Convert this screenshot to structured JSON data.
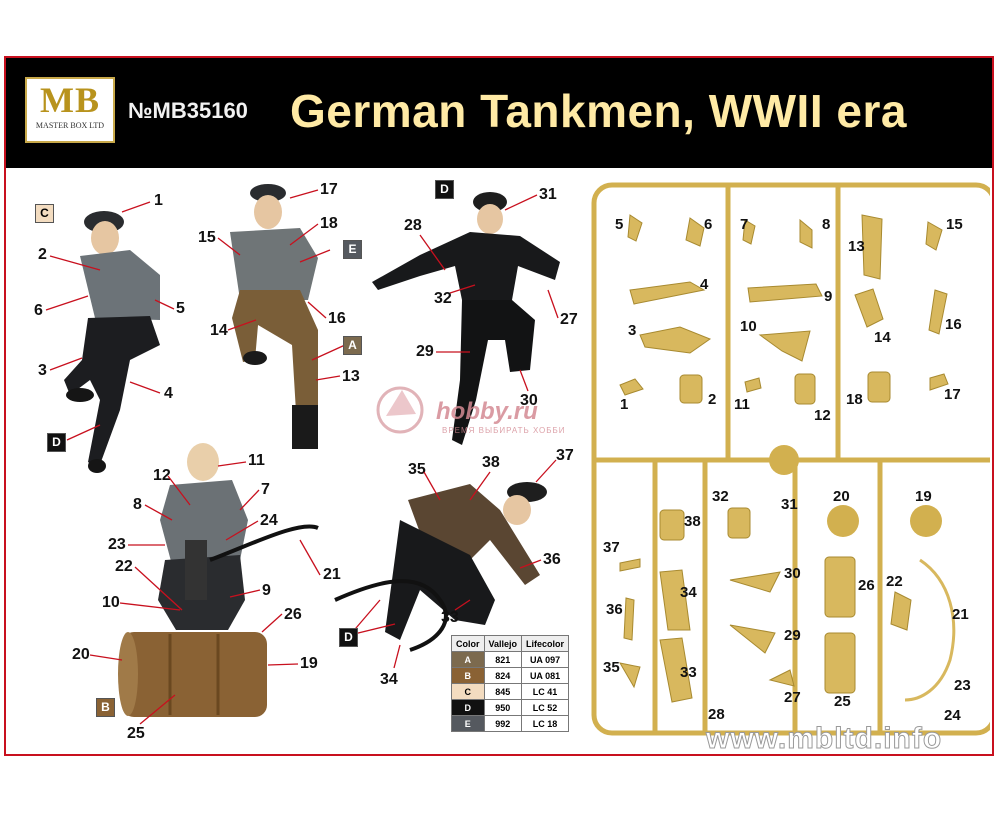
{
  "header": {
    "logo_main": "MB",
    "logo_sub": "MASTER BOX LTD",
    "kit_number": "№MB35160",
    "title": "German Tankmen, WWII era"
  },
  "colors": {
    "frame": "#c8101e",
    "header_bg": "#000000",
    "title": "#ffeaa5",
    "plastic": "#d8b85e"
  },
  "figure_labels": [
    "1",
    "2",
    "6",
    "5",
    "3",
    "4",
    "17",
    "18",
    "15",
    "16",
    "14",
    "13",
    "28",
    "31",
    "32",
    "27",
    "29",
    "30",
    "11",
    "12",
    "7",
    "8",
    "24",
    "23",
    "22",
    "9",
    "10",
    "26",
    "21",
    "20",
    "19",
    "25",
    "35",
    "38",
    "37",
    "36",
    "33",
    "34"
  ],
  "figure_tags": [
    "C",
    "E",
    "A",
    "D",
    "D",
    "D",
    "B"
  ],
  "sprue_labels": [
    "5",
    "6",
    "7",
    "8",
    "13",
    "15",
    "4",
    "9",
    "16",
    "3",
    "10",
    "14",
    "1",
    "2",
    "11",
    "12",
    "18",
    "17",
    "32",
    "31",
    "20",
    "19",
    "38",
    "37",
    "30",
    "26",
    "22",
    "34",
    "21",
    "36",
    "29",
    "33",
    "23",
    "35",
    "27",
    "25",
    "28",
    "24"
  ],
  "color_table": {
    "headers": [
      "Color",
      "Vallejo",
      "Lifecolor"
    ],
    "rows": [
      {
        "code": "A",
        "vallejo": "821",
        "lifecolor": "UA 097",
        "swatch": "#7c6a4e"
      },
      {
        "code": "B",
        "vallejo": "824",
        "lifecolor": "UA 081",
        "swatch": "#8a6234"
      },
      {
        "code": "C",
        "vallejo": "845",
        "lifecolor": "LC 41",
        "swatch": "#f3dcc0"
      },
      {
        "code": "D",
        "vallejo": "950",
        "lifecolor": "LC 52",
        "swatch": "#111111"
      },
      {
        "code": "E",
        "vallejo": "992",
        "lifecolor": "LC 18",
        "swatch": "#55595f"
      }
    ]
  },
  "watermarks": {
    "hobby": "hobby.ru",
    "hobby_sub": "ВРЕМЯ ВЫБИРАТЬ ХОББИ",
    "site": "www.mbltd.info"
  }
}
